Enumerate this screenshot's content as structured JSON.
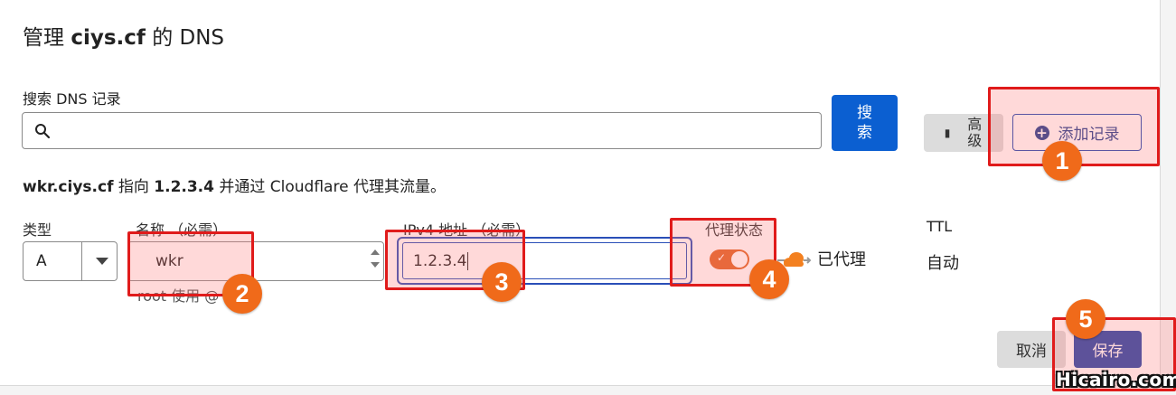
{
  "page": {
    "title_prefix": "管理 ",
    "title_domain": "ciys.cf",
    "title_suffix": " 的 DNS"
  },
  "search": {
    "label": "搜索 DNS 记录",
    "value": "",
    "button_label": "搜索",
    "button_line1": "搜",
    "button_line2": "索"
  },
  "toolbar": {
    "advanced_label": "高级",
    "advanced_line1": "高",
    "advanced_line2": "级",
    "add_record_label": "添加记录"
  },
  "summary": {
    "name": "wkr.ciys.cf",
    "text1": " 指向 ",
    "ip": "1.2.3.4",
    "text2": " 并通过 Cloudflare 代理其流量。"
  },
  "form": {
    "type_label": "类型",
    "type_value": "A",
    "name_label": "名称 （必需）",
    "name_value": "wkr",
    "name_hint": "root 使用 @",
    "ip_label": "IPv4 地址 （必需）",
    "ip_value": "1.2.3.4",
    "proxy_label": "代理状态",
    "proxy_status": "已代理",
    "proxy_on": true,
    "ttl_label": "TTL",
    "ttl_value": "自动"
  },
  "actions": {
    "cancel_label": "取消",
    "save_label": "保存"
  },
  "annotations": [
    "1",
    "2",
    "3",
    "4",
    "5"
  ],
  "watermark": "Hicairo.com",
  "colors": {
    "primary": "#0b5fd1",
    "save": "#1f44a8",
    "proxy_orange": "#e06426",
    "highlight": "#e01b1b",
    "badge": "#f06a1a"
  }
}
